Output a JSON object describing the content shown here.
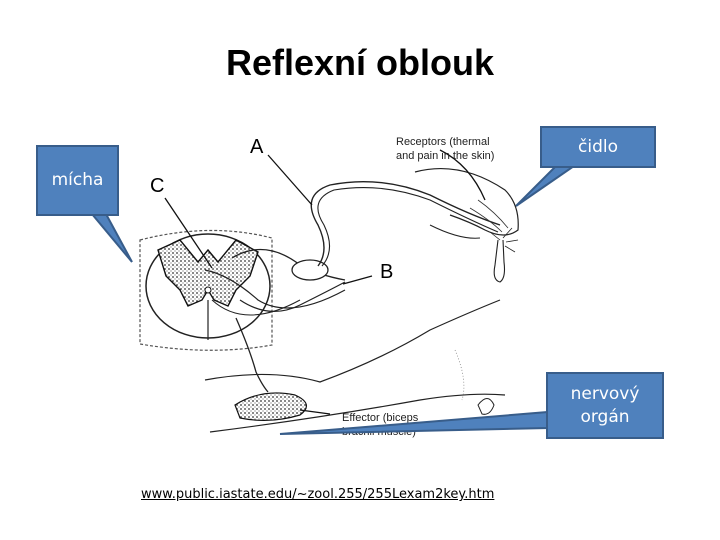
{
  "slide": {
    "title": "Reflexní oblouk",
    "source_url": "www.public.iastate.edu/~zool.255/255Lexam2key.htm"
  },
  "callouts": {
    "spinal_cord": "mícha",
    "receptor": "čidlo",
    "effector_line1": "nervový",
    "effector_line2": "orgán"
  },
  "diagram": {
    "label_a": "A",
    "label_b": "B",
    "label_c": "C",
    "receptors_line1": "Receptors (thermal",
    "receptors_line2": "and pain in the skin)",
    "effector_line1": "Effector (biceps",
    "effector_line2": "brachii muscle)"
  },
  "colors": {
    "callout_fill": "#4f81bd",
    "callout_border": "#385d8a",
    "callout_text": "#ffffff"
  }
}
